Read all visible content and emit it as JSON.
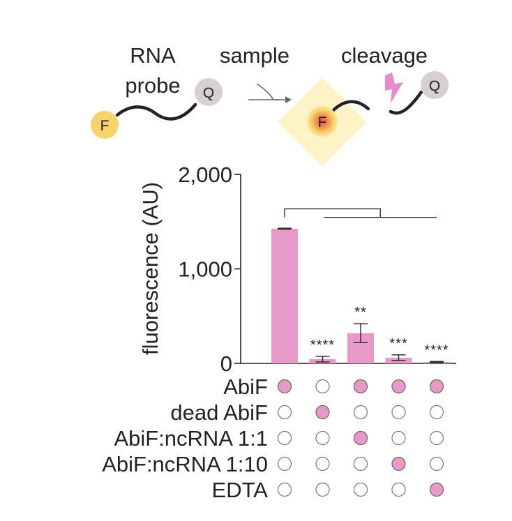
{
  "schematic": {
    "probe_label_line1": "RNA",
    "probe_label_line2": "probe",
    "sample_label": "sample",
    "cleavage_label": "cleavage",
    "fluorophore": "F",
    "quencher": "Q",
    "colors": {
      "fluorophore": "#f7d36b",
      "quencher": "#d8cfd3",
      "glow": "#fdf3c6",
      "bolt": "#e58bd0"
    }
  },
  "chart_data": {
    "type": "bar",
    "ylabel": "fluorescence (AU)",
    "ylim": [
      0,
      2000
    ],
    "yticks": [
      0,
      1000,
      2000
    ],
    "ytick_labels": [
      "0",
      "1,000",
      "2,000"
    ],
    "bar_color": "#e899c7",
    "values": [
      1425,
      45,
      320,
      60,
      15
    ],
    "errors": [
      5,
      30,
      100,
      30,
      5
    ],
    "significance": [
      "",
      "****",
      "**",
      "***",
      "****"
    ],
    "bracket": {
      "from_bar": 0,
      "to_bars": [
        1,
        4
      ]
    },
    "conditions": [
      {
        "label": "AbiF",
        "present": [
          true,
          false,
          true,
          true,
          true
        ]
      },
      {
        "label": "dead AbiF",
        "present": [
          false,
          true,
          false,
          false,
          false
        ]
      },
      {
        "label": "AbiF:ncRNA 1:1",
        "present": [
          false,
          false,
          true,
          false,
          false
        ]
      },
      {
        "label": "AbiF:ncRNA 1:10",
        "present": [
          false,
          false,
          false,
          true,
          false
        ]
      },
      {
        "label": "EDTA",
        "present": [
          false,
          false,
          false,
          false,
          true
        ]
      }
    ],
    "dot_fill": "#e899c7"
  }
}
